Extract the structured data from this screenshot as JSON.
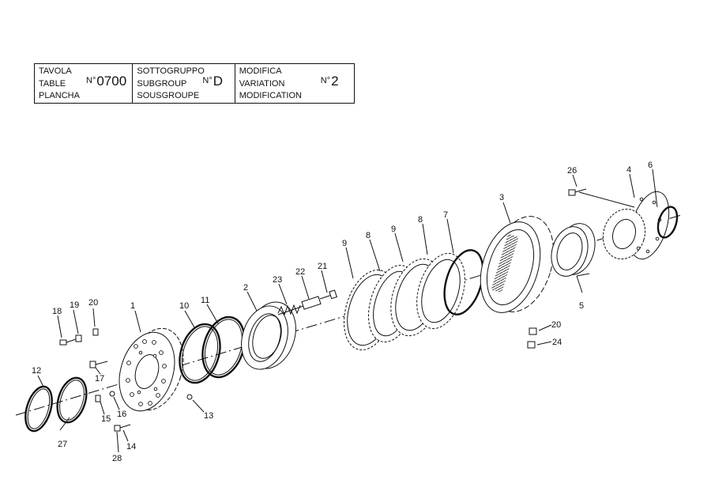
{
  "title_block": {
    "col1": {
      "lines": [
        "TAVOLA",
        "TABLE",
        "PLANCHA"
      ],
      "number_prefix": "N°",
      "number": "0700"
    },
    "col2": {
      "lines": [
        "SOTTOGRUPPO",
        "SUBGROUP",
        "SOUSGROUPE"
      ],
      "number_prefix": "N°",
      "number": "D"
    },
    "col3": {
      "lines": [
        "MODIFICA",
        "VARIATION",
        "MODIFICATION"
      ],
      "number_prefix": "N°",
      "number": "2"
    }
  },
  "callouts": [
    "1",
    "2",
    "3",
    "4",
    "5",
    "6",
    "7",
    "8",
    "8",
    "9",
    "9",
    "10",
    "11",
    "12",
    "13",
    "14",
    "15",
    "16",
    "17",
    "18",
    "19",
    "20",
    "20",
    "21",
    "22",
    "23",
    "24",
    "26",
    "27",
    "28"
  ]
}
